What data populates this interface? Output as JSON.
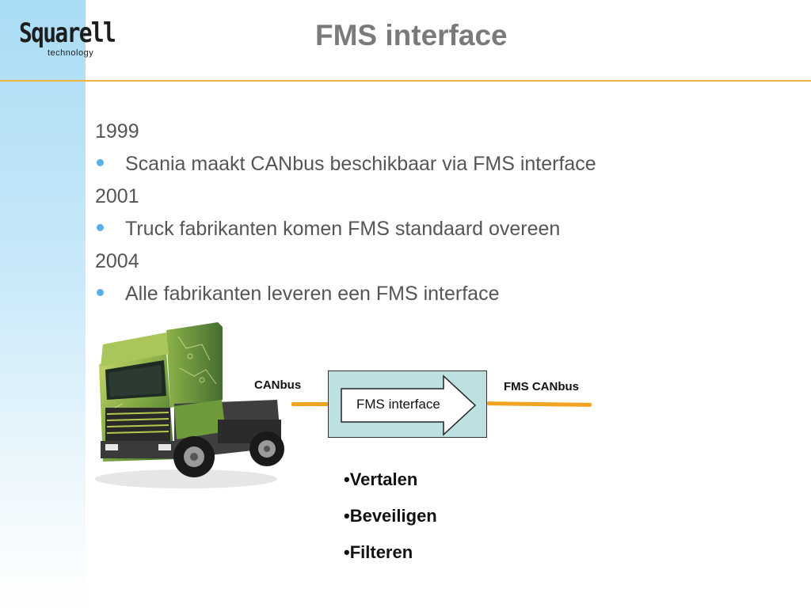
{
  "logo": {
    "word": "Squarell",
    "sub": "technology"
  },
  "title": "FMS interface",
  "timeline": [
    {
      "type": "year",
      "text": "1999"
    },
    {
      "type": "bullet",
      "text": "Scania maakt CANbus beschikbaar via FMS interface"
    },
    {
      "type": "year",
      "text": "2001"
    },
    {
      "type": "bullet",
      "text": "Truck fabrikanten komen FMS standaard overeen"
    },
    {
      "type": "year",
      "text": "2004"
    },
    {
      "type": "bullet",
      "text": "Alle fabrikanten leveren een FMS interface"
    }
  ],
  "diagram": {
    "left_label": "CANbus",
    "box_label": "FMS interface",
    "right_label": "FMS CANbus",
    "wire_color": "#f2a321",
    "box_color": "#bde0e3"
  },
  "functions": [
    "•Vertalen",
    "•Beveiligen",
    "•Filteren"
  ],
  "colors": {
    "title": "#7a7a7a",
    "accent_rule": "#f0b042",
    "bullet": "#5ab0e6"
  }
}
